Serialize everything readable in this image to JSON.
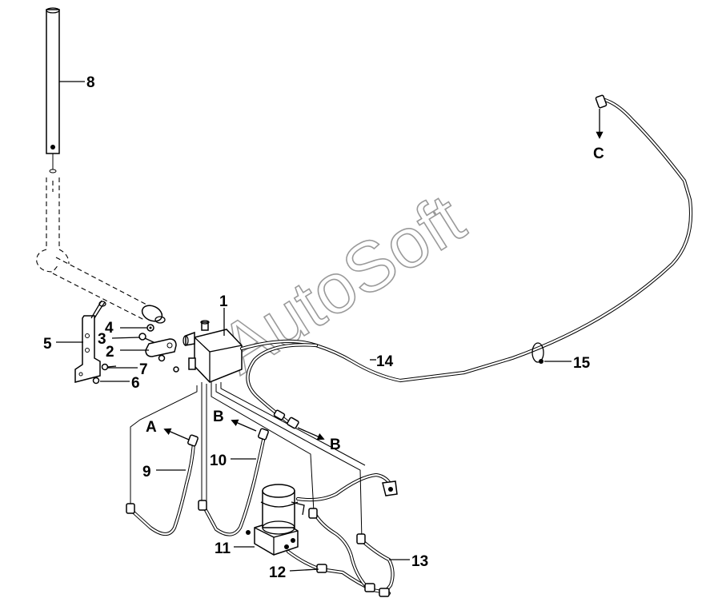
{
  "watermark": "AutoSoft",
  "callouts": {
    "c1": "1",
    "c2": "2",
    "c3": "3",
    "c4": "4",
    "c5": "5",
    "c6": "6",
    "c7": "7",
    "c8": "8",
    "c9": "9",
    "c10": "10",
    "c11": "11",
    "c12": "12",
    "c13": "13",
    "c14": "14",
    "c15": "15"
  },
  "connection_markers": {
    "a": "A",
    "b_left": "B",
    "b_right": "B",
    "c": "C"
  },
  "colors": {
    "line": "#000000",
    "background": "#ffffff",
    "watermark": "#9a9a9a"
  }
}
